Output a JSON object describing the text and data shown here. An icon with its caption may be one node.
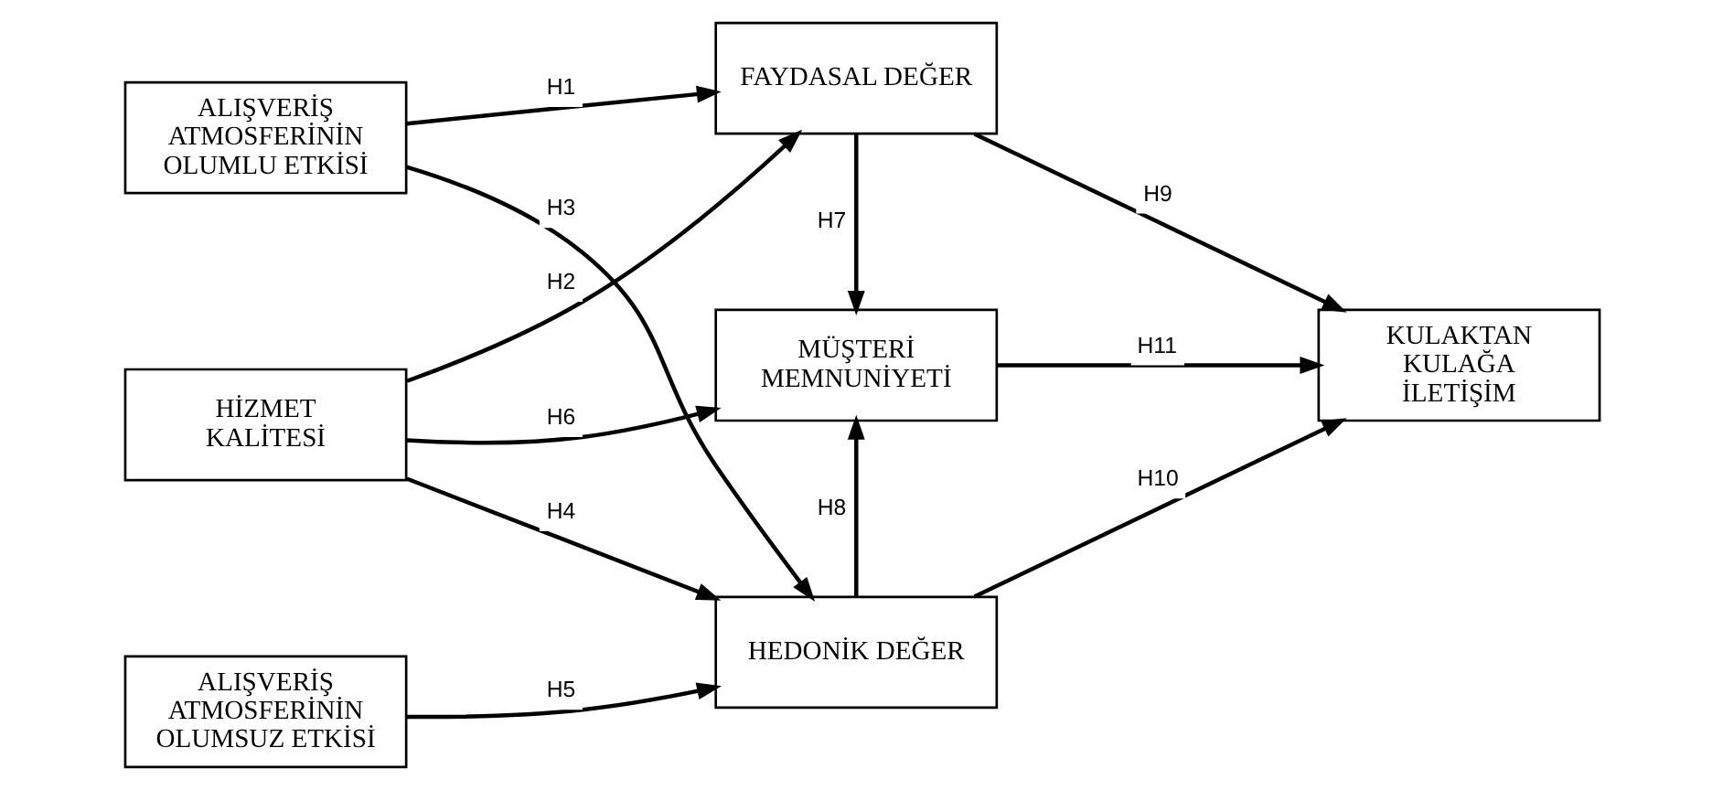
{
  "diagram": {
    "nodes": [
      {
        "text": [
          "ALIŞVERİŞ ATMOSFERİNİN OLUMLU ETKİSİ"
        ]
      },
      {
        "text": [
          "HİZMET KALİTESİ"
        ]
      },
      {
        "text": [
          "ALIŞVERİŞ ATMOSFERİNİN OLUMSUZ ETKİSİ"
        ]
      },
      {
        "text": [
          "FAYDASAL DEĞER"
        ]
      },
      {
        "text": [
          "MÜŞTERİ MEMNUNİYETİ"
        ]
      },
      {
        "text": [
          "HEDONİK DEĞER"
        ]
      },
      {
        "text": [
          "KULAKTAN KULAĞA İLETİŞİM"
        ]
      }
    ],
    "edges": [
      {
        "from": 0,
        "to": 3,
        "arrow": "to",
        "label": "H1"
      },
      {
        "from": 1,
        "to": 3,
        "arrow": "to",
        "label": "H2"
      },
      {
        "from": 0,
        "to": 5,
        "arrow": "to",
        "label": "H3"
      },
      {
        "from": 1,
        "to": 5,
        "arrow": "to",
        "label": "H4"
      },
      {
        "from": 2,
        "to": 5,
        "arrow": "to",
        "label": "H5"
      },
      {
        "from": 1,
        "to": 4,
        "arrow": "to",
        "label": "H6"
      },
      {
        "from": 3,
        "to": 4,
        "arrow": "to",
        "label": "H7"
      },
      {
        "from": 5,
        "to": 4,
        "arrow": "to",
        "label": "H8"
      },
      {
        "from": 3,
        "to": 6,
        "arrow": "to",
        "label": "H9"
      },
      {
        "from": 5,
        "to": 6,
        "arrow": "to",
        "label": "H10"
      },
      {
        "from": 4,
        "to": 6,
        "arrow": "to",
        "label": "H11"
      }
    ]
  }
}
